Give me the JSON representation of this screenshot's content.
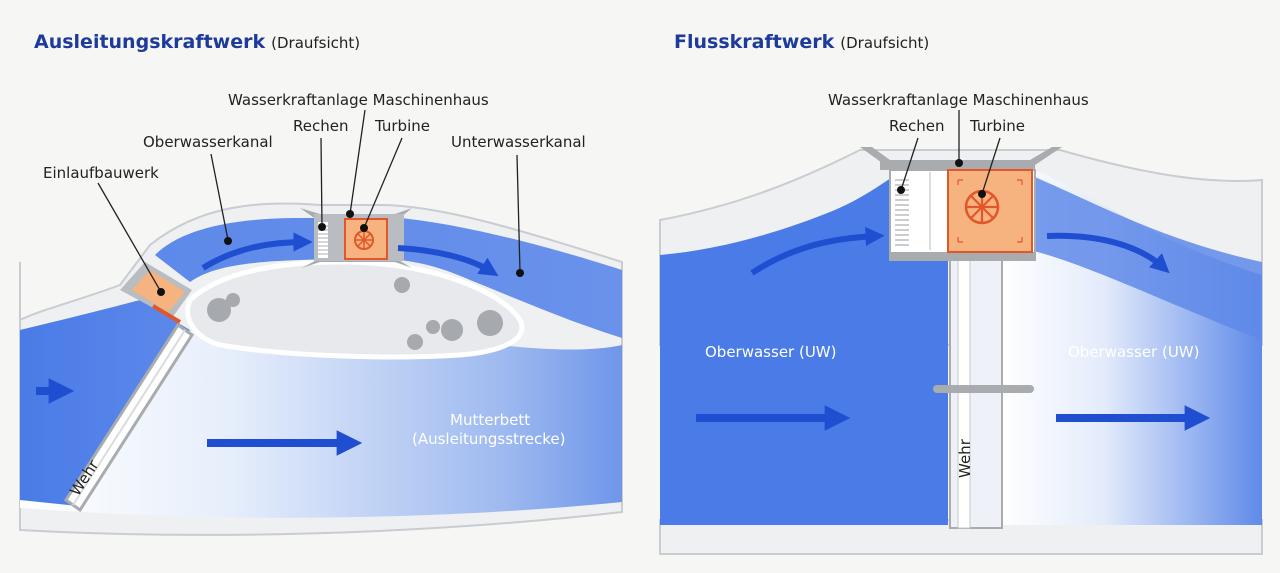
{
  "left": {
    "title": "Ausleitungskraftwerk",
    "subtitle": "(Draufsicht)",
    "labels": {
      "maschinenhaus": "Wasserkraftanlage Maschinenhaus",
      "rechen": "Rechen",
      "turbine": "Turbine",
      "oberwasserkanal": "Oberwasserkanal",
      "unterwasserkanal": "Unterwasserkanal",
      "einlaufbauwerk": "Einlaufbauwerk",
      "wehr": "Wehr",
      "mutterbett_1": "Mutterbett",
      "mutterbett_2": "(Ausleitungsstrecke)"
    }
  },
  "right": {
    "title": "Flusskraftwerk",
    "subtitle": "(Draufsicht)",
    "labels": {
      "maschinenhaus": "Wasserkraftanlage Maschinenhaus",
      "rechen": "Rechen",
      "turbine": "Turbine",
      "oberwasser_left": "Oberwasser (UW)",
      "oberwasser_right": "Oberwasser (UW)",
      "wehr": "Wehr"
    }
  },
  "colors": {
    "title": "#1e3a9a",
    "water": "#4f7ee6",
    "water_light": "#9fbaf0",
    "arrow": "#1f4fd0",
    "bank": "#eef0f2",
    "structure": "#a9acaf",
    "turbine_box": "#f6b27f",
    "turbine_edge": "#e2572a",
    "gravel": "#a6a9ad"
  }
}
